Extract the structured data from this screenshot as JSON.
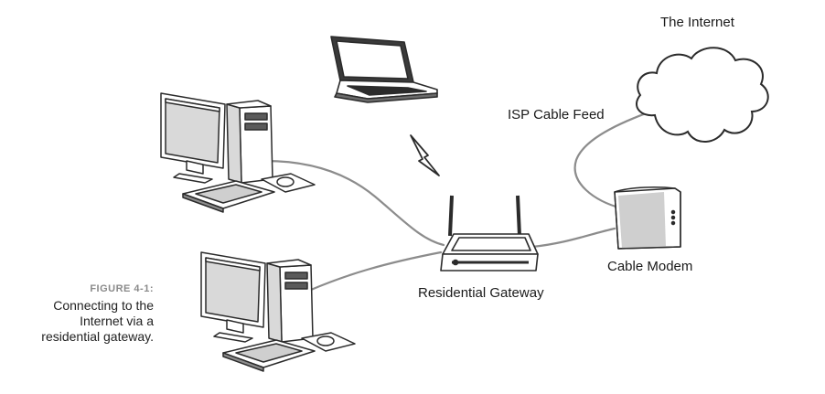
{
  "caption": {
    "figure_label": "FIGURE 4-1:",
    "text": "Connecting to the Internet via a residential gateway."
  },
  "labels": {
    "internet": "The Internet",
    "isp_feed": "ISP Cable Feed",
    "cable_modem": "Cable Modem",
    "gateway": "Residential Gateway"
  },
  "colors": {
    "cable": "#8c8c8c",
    "outline": "#2b2b2b",
    "device_fill": "#ffffff",
    "screen_gray": "#d9d9d9",
    "modem_shade": "#cfcfcf"
  }
}
